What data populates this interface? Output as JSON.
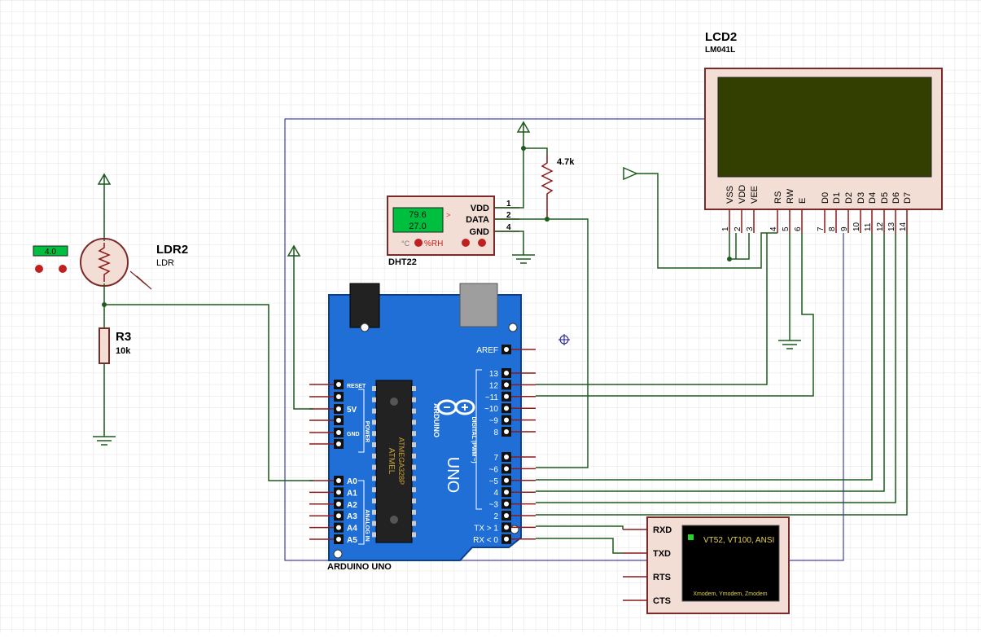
{
  "lcd": {
    "ref": "LCD2",
    "part": "LM041L",
    "pin_names": [
      "VSS",
      "VDD",
      "VEE",
      "RS",
      "RW",
      "E",
      "D0",
      "D1",
      "D2",
      "D3",
      "D4",
      "D5",
      "D6",
      "D7"
    ],
    "pin_numbers": [
      "1",
      "2",
      "3",
      "4",
      "5",
      "6",
      "7",
      "8",
      "9",
      "10",
      "11",
      "12",
      "13",
      "14"
    ],
    "screen_color": "#333f00"
  },
  "dht": {
    "ref": "DHT22",
    "humidity": "79.6",
    "temperature": "27.0",
    "unit_c": "°C",
    "unit_rh": "%RH",
    "arrow": ">",
    "pins": [
      {
        "name": "VDD",
        "num": "1"
      },
      {
        "name": "DATA",
        "num": "2"
      },
      {
        "name": "GND",
        "num": "4"
      }
    ]
  },
  "resistor_pullup": {
    "value": "4.7k"
  },
  "ldr": {
    "ref": "LDR2",
    "part": "LDR",
    "reading": "4.0"
  },
  "r3": {
    "ref": "R3",
    "value": "10k"
  },
  "arduino": {
    "ref": "ARDUINO UNO",
    "logo": "ARDUINO",
    "model": "UNO",
    "chip_line1": "ATMEL",
    "chip_line2": "ATMEGA328P",
    "aref": "AREF",
    "digital_upper": [
      "13",
      "12",
      "~11",
      "~10",
      "~9",
      "8"
    ],
    "digital_lower": [
      "7",
      "~6",
      "~5",
      "4",
      "~3",
      "2",
      "TX > 1",
      "RX < 0"
    ],
    "power_labels": {
      "reset": "RESET",
      "v5": "5V",
      "gnd": "GND",
      "power": "POWER"
    },
    "analog": [
      "A0",
      "A1",
      "A2",
      "A3",
      "A4",
      "A5"
    ],
    "analog_label": "ANALOG IN",
    "digital_label": "DIGITAL (PWM ~)",
    "board_color": "#1f6fd6"
  },
  "terminal": {
    "pins": [
      "RXD",
      "TXD",
      "RTS",
      "CTS"
    ],
    "line1": "VT52, VT100, ANSI",
    "line2": "Xmodem, Ymodem, Zmodem"
  },
  "colors": {
    "wire": "#1f5a1f",
    "bus": "#1a1a8c",
    "pin_line": "#8b1a1a",
    "grid": "#e3e3e3"
  }
}
